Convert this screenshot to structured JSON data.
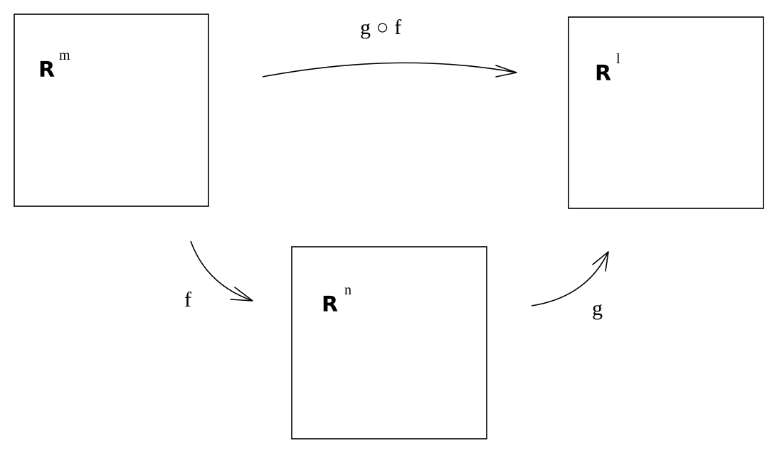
{
  "spaces": {
    "domain": {
      "base": "R",
      "exp": "m"
    },
    "codomain": {
      "base": "R",
      "exp": "l"
    },
    "middle": {
      "base": "R",
      "exp": "n"
    }
  },
  "maps": {
    "composite": "g ○ f",
    "first": "f",
    "second": "g"
  }
}
